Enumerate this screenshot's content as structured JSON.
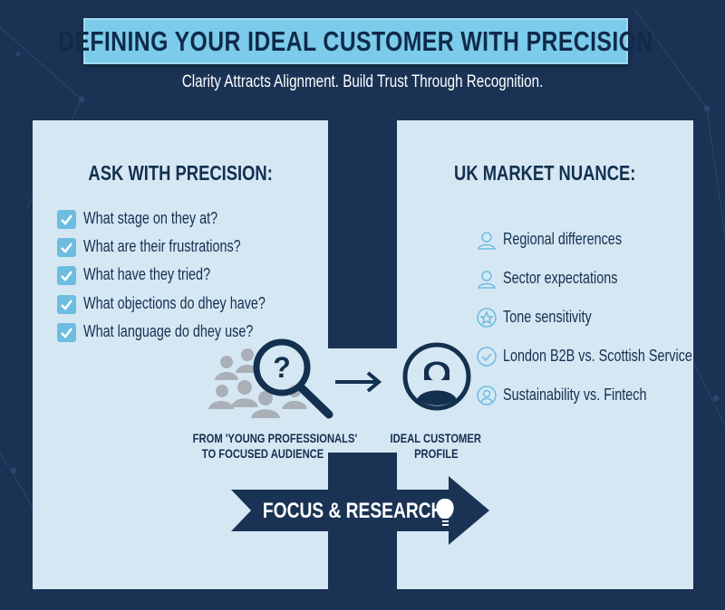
{
  "title": "DEFINING YOUR IDEAL CUSTOMER WITH PRECISION",
  "subtitle": "Clarity Attracts Alignment. Build Trust Through Recognition.",
  "left_panel": {
    "heading": "ASK WITH PRECISION:",
    "items": [
      {
        "label": "What stage on they at?",
        "icon": "checkbox-checked-icon"
      },
      {
        "label": "What are their frustrations?",
        "icon": "checkbox-checked-icon"
      },
      {
        "label": "What have they tried?",
        "icon": "checkbox-checked-icon"
      },
      {
        "label": "What objections do dhey have?",
        "icon": "checkbox-checked-icon"
      },
      {
        "label": "What language do dhey use?",
        "icon": "checkbox-checked-icon"
      }
    ]
  },
  "right_panel": {
    "heading": "UK MARKET NUANCE:",
    "items": [
      {
        "label": "Regional differences",
        "icon": "user-icon"
      },
      {
        "label": "Sector expectations",
        "icon": "user-icon"
      },
      {
        "label": "Tone sensitivity",
        "icon": "star-circle-icon"
      },
      {
        "label": "London B2B vs. Scottish Service",
        "icon": "check-circle-icon"
      },
      {
        "label": "Sustainability vs. Fintech",
        "icon": "user-circle-icon"
      }
    ]
  },
  "flow": {
    "from_caption_line1": "FROM 'YOUNG PROFESSIONALS'",
    "from_caption_line2": "TO FOCUSED AUDIENCE",
    "to_caption_line1": "IDEAL CUSTOMER",
    "to_caption_line2": "PROFILE"
  },
  "banner": {
    "label": "FOCUS & RESEARCH",
    "icon": "lightbulb-icon"
  },
  "colors": {
    "background": "#1a3354",
    "panel": "#d6e7f4",
    "accent": "#7ccbea",
    "navy": "#13304f",
    "check": "#6cbde0"
  }
}
